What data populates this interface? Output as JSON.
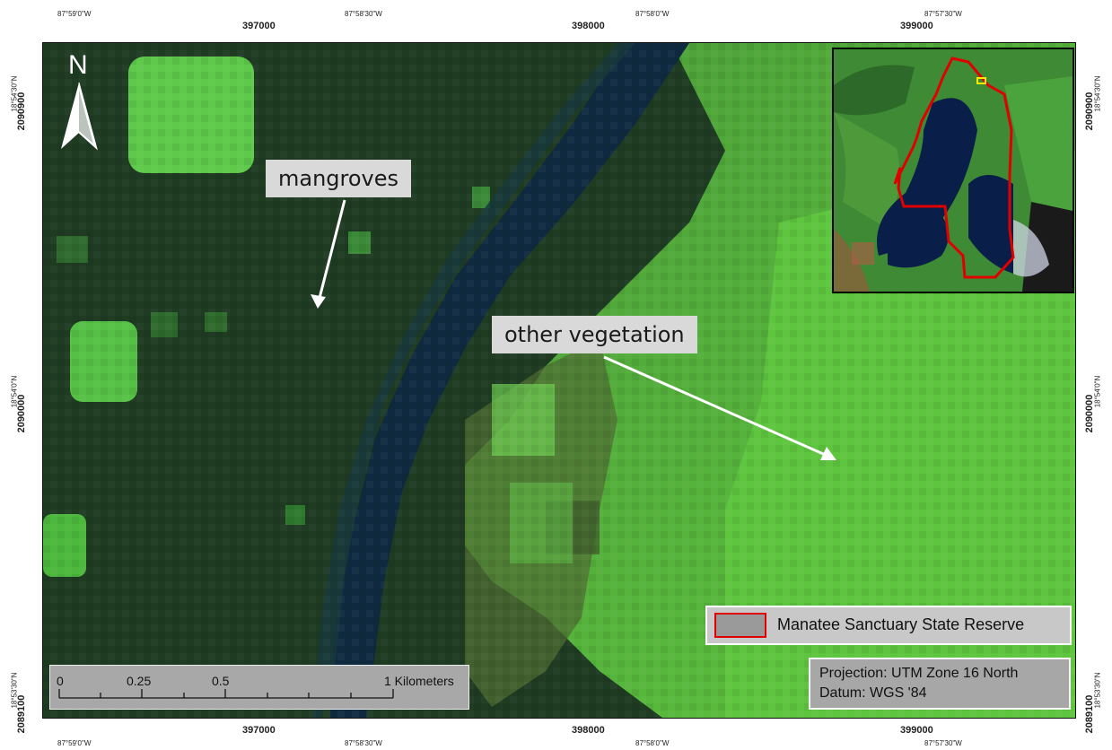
{
  "map": {
    "title": "",
    "callouts": {
      "mangroves": "mangroves",
      "other_vegetation": "other vegetation"
    },
    "north_arrow_label": "N",
    "legend": {
      "label": "Manatee Sanctuary State Reserve",
      "outline_color": "#e00000"
    },
    "projection": {
      "line1": "Projection: UTM Zone 16 North",
      "line2": "Datum: WGS '84"
    },
    "scale_bar": {
      "labels": [
        "0",
        "0.25",
        "0.5",
        "1 Kilometers"
      ]
    },
    "grid": {
      "utm_easting_top": [
        "397000",
        "398000",
        "399000"
      ],
      "utm_easting_bottom": [
        "397000",
        "398000",
        "399000"
      ],
      "utm_northing_left": [
        "2090900",
        "2090000",
        "2089100"
      ],
      "utm_northing_right": [
        "2090900",
        "2090000",
        "2089100"
      ],
      "geo_longitude_top": [
        "87°59'0\"W",
        "87°58'30\"W",
        "87°58'0\"W",
        "87°57'30\"W"
      ],
      "geo_longitude_bottom": [
        "87°59'0\"W",
        "87°58'30\"W",
        "87°58'0\"W",
        "87°57'30\"W"
      ],
      "geo_latitude_left": [
        "18°54'30\"N",
        "18°54'0\"N",
        "18°53'30\"N"
      ],
      "geo_latitude_right": [
        "18°54'30\"N",
        "18°54'0\"N",
        "18°53'30\"N"
      ]
    },
    "colors": {
      "mangrove": "#1f3b22",
      "river": "#0f2a40",
      "vegetation": "#57c437",
      "reserve_outline": "#e00000"
    }
  }
}
